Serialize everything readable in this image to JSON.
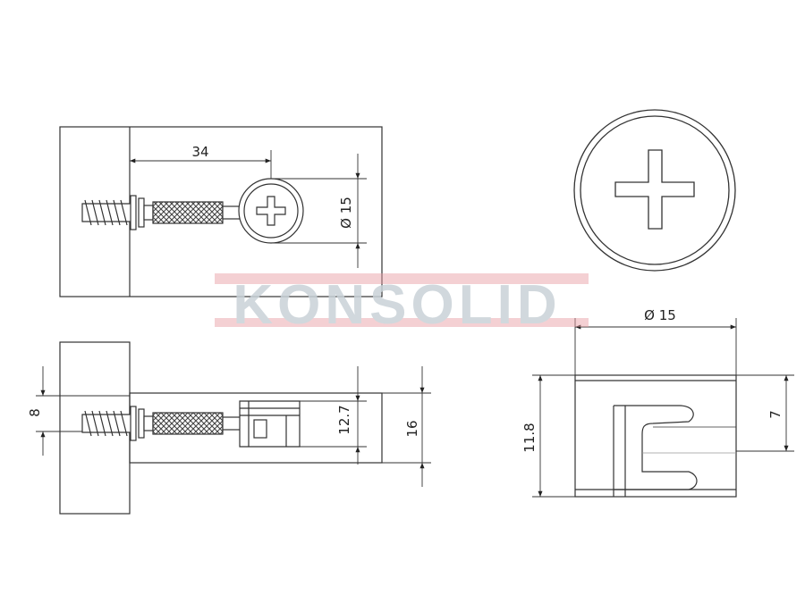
{
  "watermark": {
    "text": "KONSOLID",
    "color_text": "#c9d2d8",
    "color_band": "#e89aa0"
  },
  "dimensions": {
    "top_view_length": "34",
    "top_view_diameter": "15",
    "side_view_offset": "8",
    "side_view_cam_height": "12.7",
    "side_view_board": "16",
    "cam_side_diameter": "15",
    "cam_side_height": "11.8",
    "cam_side_slot": "7"
  },
  "symbols": {
    "diameter": "Ø"
  },
  "colors": {
    "line": "#333333",
    "fill": "#ffffff",
    "knurl": "#555555"
  }
}
